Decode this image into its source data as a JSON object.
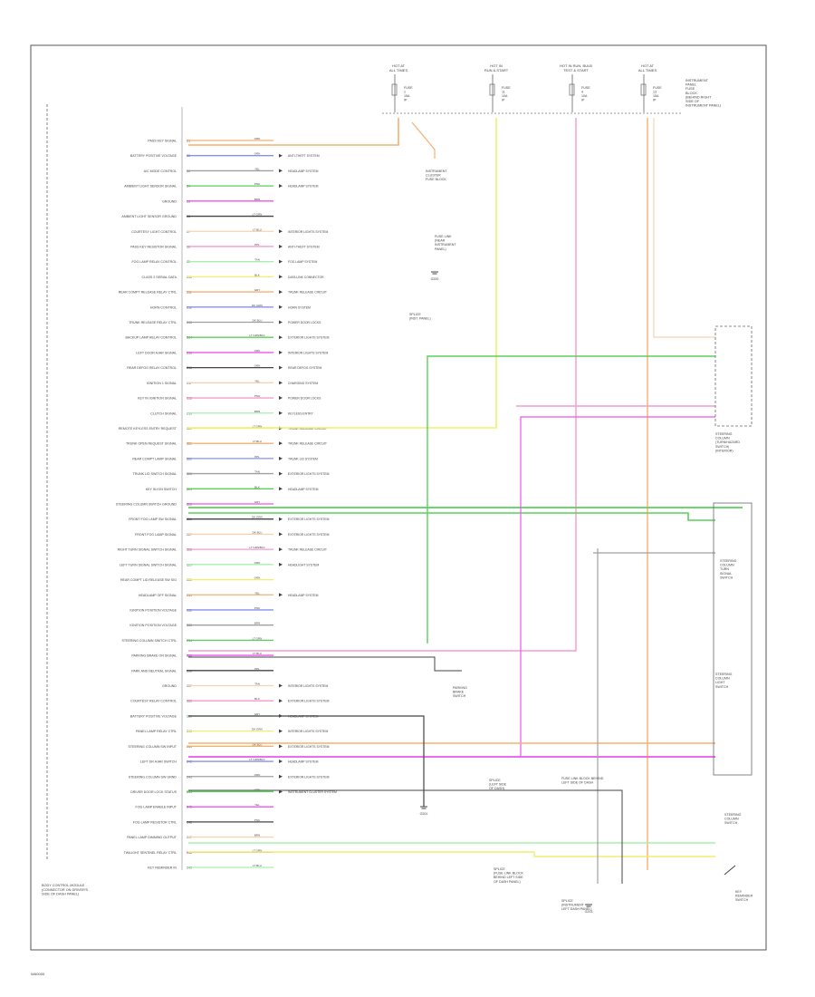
{
  "diagram": {
    "footer_code": "WA0000",
    "module_label": [
      "BODY CONTROL MODULE",
      "(CONNECTOR ON DRIVER'S",
      "SIDE OF DASH PANEL)"
    ],
    "fuse_groups": [
      {
        "label": [
          "HOT AT",
          "ALL TIMES"
        ],
        "fuse": [
          "FUSE",
          "1",
          "15A",
          "IP"
        ]
      },
      {
        "label": [
          "HOT IN",
          "RUN & START"
        ],
        "fuse": [
          "FUSE",
          "11",
          "10A",
          "IP"
        ]
      },
      {
        "label": [
          "HOT IN RUN, BULB",
          "TEST & START"
        ],
        "fuse": [
          "FUSE",
          "4",
          "10A",
          "IP"
        ]
      },
      {
        "label": [
          "HOT AT",
          "ALL TIMES"
        ],
        "fuse": [
          "FUSE",
          "13",
          "15A",
          "IP"
        ]
      }
    ],
    "fuse_block_label": [
      "INSTRUMENT",
      "PANEL",
      "FUSE",
      "BLOCK",
      "(BEHIND RIGHT",
      "SIDE OF",
      "INSTRUMENT PANEL)"
    ],
    "left_labels": [
      "PASS KEY SIGNAL",
      "BATTERY POSITIVE VOLTAGE",
      "A/C MODE CONTROL",
      "AMBIENT LIGHT SENSOR SIGNAL",
      "GROUND",
      "AMBIENT LIGHT SENSOR GROUND",
      "COURTESY LIGHT CONTROL",
      "PASS KEY RESISTOR SIGNAL",
      "FOG LAMP RELAY CONTROL",
      "CLASS 2 SERIAL DATA",
      "REAR COMPT RELEASE RELAY CTRL",
      "HORN CONTROL",
      "TRUNK RELEASE RELAY CTRL",
      "BACKUP LAMP RELAY CONTROL",
      "LEFT DOOR AJAR SIGNAL",
      "REAR DEFOG RELAY CONTROL",
      "IGNITION 1 SIGNAL",
      "KEY IN IGNITION SIGNAL",
      "CLUTCH SIGNAL",
      "REMOTE KEYLESS ENTRY REQUEST",
      "TRUNK OPEN REQUEST SIGNAL",
      "REAR COMPT LAMP SIGNAL",
      "TRUNK LID SWITCH SIGNAL",
      "KEY IN IGN SWITCH",
      "STEERING COLUMN SWITCH GROUND",
      "FRONT FOG LAMP SW SIGNAL",
      "FRONT FOG LAMP SIGNAL",
      "RIGHT TURN SIGNAL SWITCH SIGNAL",
      "LEFT TURN SIGNAL SWITCH SIGNAL",
      "REAR COMPT LID RELEASE SW SIG",
      "HEADLAMP OFF SIGNAL",
      "IGNITION POSITION VOLTAGE",
      "IGNITION POSITION VOLTAGE",
      "STEERING COLUMN SWITCH CTRL",
      "PARKING BRAKE ON SIGNAL",
      "PARK AND NEUTRAL SIGNAL",
      "GROUND",
      "COURTESY RELAY CONTROL",
      "BATTERY POSITIVE VOLTAGE",
      "PANEL LAMP RELAY CTRL",
      "STEERING COLUMN SW INPUT",
      "LEFT DR AJAR SWITCH",
      "STEERING COLUMN SW GRND",
      "DRIVER DOOR LOCK STATUS",
      "FOG LAMP ENABLE INPUT",
      "FOG LAMP RESISTOR CTRL",
      "PANEL LAMP DIMMING OUTPUT",
      "TWILIGHT SENTINEL RELAY CTRL",
      "KEY REMINDER IN"
    ],
    "destinations": [
      "ANTI-THEFT SYSTEM",
      "HEADLAMP SYSTEM",
      "HEADLAMP SYSTEM",
      "INTERIOR LIGHTS SYSTEM",
      "ANTI-THEFT SYSTEM",
      "FOG LAMP SYSTEM",
      "DATA LINK CONNECTOR",
      "TRUNK RELEASE CIRCUIT",
      "HORN SYSTEM",
      "POWER DOOR LOCKS",
      "EXTERIOR LIGHTS SYSTEM",
      "INTERIOR LIGHTS SYSTEM",
      "REAR DEFOG SYSTEM",
      "CHARGING SYSTEM",
      "POWER DOOR LOCKS",
      "KEYLESS ENTRY",
      "TRUNK RELEASE CIRCUIT",
      "TRUNK RELEASE CIRCUIT",
      "TRUNK LID SYSTEM",
      "EXTERIOR LIGHTS SYSTEM",
      "HEADLAMP SYSTEM",
      "EXTERIOR LIGHTS SYSTEM",
      "EXTERIOR LIGHTS SYSTEM",
      "TRUNK RELEASE CIRCUIT",
      "HEADLIGHT SYSTEM",
      "HEADLAMP SYSTEM",
      "INTERIOR LIGHTS SYSTEM",
      "EXTERIOR LIGHTS SYSTEM",
      "HEADLAMP SYSTEM",
      "INTERIOR LIGHTS SYSTEM",
      "EXTERIOR LIGHTS SYSTEM",
      "HEADLAMP SYSTEM",
      "EXTERIOR LIGHTS SYSTEM",
      "INSTRUMENT CLUSTER SYSTEM"
    ],
    "component_labels": [
      [
        "INSTRUMENT",
        "CLUSTER",
        "FUSE BLOCK"
      ],
      [
        "FUSE LINK",
        "(NEAR",
        "INSTRUMENT",
        "PANEL)"
      ],
      [
        "SPLICE",
        "(INST. PANEL)"
      ],
      [
        "STEERING",
        "COLUMN",
        "(TURN/HAZARD",
        "SWITCH)",
        "(INTERIOR)"
      ],
      [
        "STEERING",
        "COLUMN",
        "TURN",
        "SIGNAL",
        "SWITCH"
      ],
      [
        "STEERING",
        "COLUMN",
        "LIGHT",
        "SWITCH"
      ],
      [
        "STEERING",
        "COLUMN",
        "SWITCH"
      ],
      [
        "PARKING",
        "BRAKE",
        "SWITCH"
      ],
      [
        "SPLICE",
        "(LEFT SIDE",
        "OF DASH)"
      ],
      [
        "KEY",
        "REMINDER",
        "SWITCH"
      ],
      [
        "SPLICE",
        "(FUSE LINK BLOCK",
        "BEHIND LEFT SIDE",
        "OF DASH PANEL)"
      ],
      [
        "FUSE LINK BLOCK BEHIND",
        "LEFT SIDE OF DASH"
      ],
      [
        "SPLICE",
        "(INSTRUMENT",
        "LEFT DASH PANEL)"
      ]
    ],
    "ground_labels": [
      "G200",
      "G201",
      "G203"
    ],
    "wire_labels": [
      "ORN",
      "ORN",
      "YEL",
      "PNK",
      "BRN",
      "LT GRN",
      "LT BLU",
      "PPL",
      "TAN",
      "BLK",
      "GRY",
      "DK GRN",
      "DK BLU",
      "LT GRN/BLK"
    ],
    "colors": {
      "orange": "#f5b070",
      "yellow": "#f2ee70",
      "pink": "#f59ad0",
      "magenta": "#ee55ee",
      "green": "#5ad05a",
      "light_green": "#a8f0a8",
      "blue": "#8890ee",
      "gray": "#a0a0a0",
      "black": "#444444",
      "peach": "#f8d2b0"
    }
  }
}
